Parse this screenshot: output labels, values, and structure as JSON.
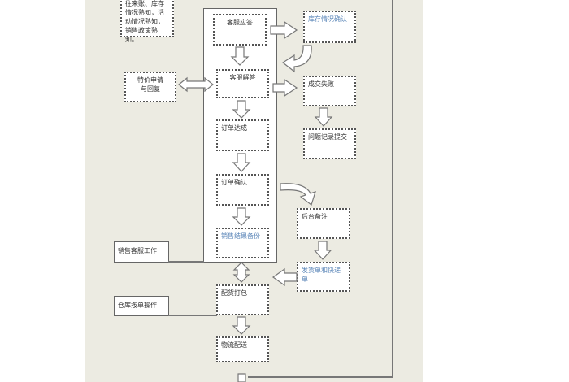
{
  "boxes": {
    "knowledge": [
      "往来账、库存",
      "情况熟知，活",
      "动情况熟知，",
      "销售政策熟知。"
    ],
    "reply": "客服应答",
    "answer": "客服解答",
    "order_done": "订单达成",
    "order_confirm": "订单确认",
    "sales_backup": "销售结果备份",
    "stock_confirm": "库存情况确认",
    "deal_fail": "成交失败",
    "issue_submit": "问题记录提交",
    "special_price": [
      "特价申请",
      "与回复"
    ],
    "backend_note": "后台备注",
    "shipping_docs": "发货单和快递单",
    "packing": "配货打包",
    "logistics": "物流配送",
    "sales_service_label": "销售客服工作",
    "warehouse_label": "仓库按单操作"
  }
}
